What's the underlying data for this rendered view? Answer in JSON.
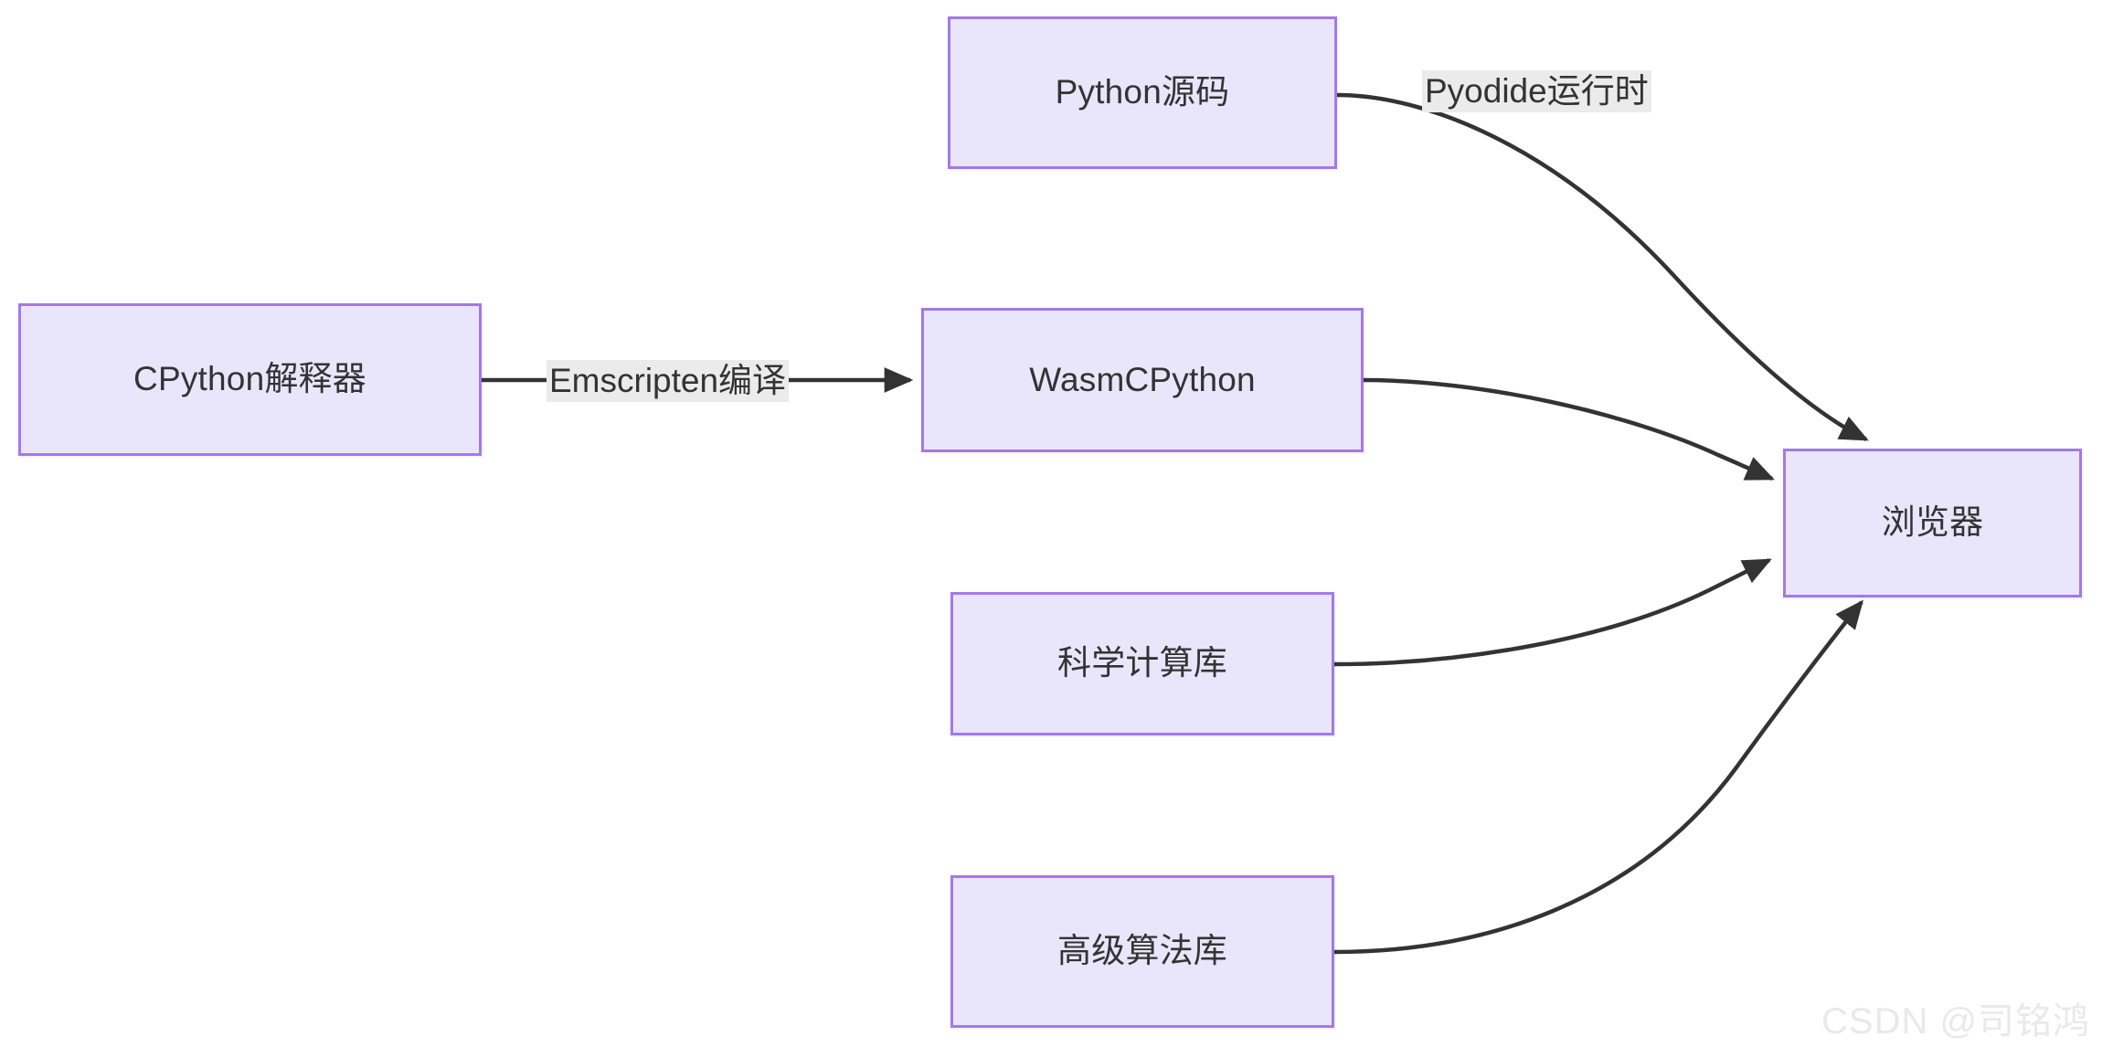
{
  "diagram": {
    "type": "flowchart",
    "direction": "left-to-right",
    "theme": {
      "node_fill": "#e9e6fc",
      "node_border": "#a379e8",
      "node_text": "#333333",
      "edge_stroke": "#333333",
      "edge_label_bg": "#ebebeb",
      "background": "#ffffff",
      "watermark_color": "#e9e9e9"
    },
    "nodes": [
      {
        "id": "python-source",
        "label": "Python源码"
      },
      {
        "id": "cpython",
        "label": "CPython解释器"
      },
      {
        "id": "wasmcpython",
        "label": "WasmCPython"
      },
      {
        "id": "scilib",
        "label": "科学计算库"
      },
      {
        "id": "algolib",
        "label": "高级算法库"
      },
      {
        "id": "browser",
        "label": "浏览器"
      }
    ],
    "edges": [
      {
        "from": "python-source",
        "to": "browser",
        "label": "Pyodide运行时",
        "arrow": true
      },
      {
        "from": "cpython",
        "to": "wasmcpython",
        "label": "Emscripten编译",
        "arrow": true
      },
      {
        "from": "wasmcpython",
        "to": "browser",
        "label": "",
        "arrow": true
      },
      {
        "from": "scilib",
        "to": "browser",
        "label": "",
        "arrow": true
      },
      {
        "from": "algolib",
        "to": "browser",
        "label": "",
        "arrow": true
      }
    ]
  },
  "watermark": {
    "text": "CSDN @司铭鸿"
  }
}
